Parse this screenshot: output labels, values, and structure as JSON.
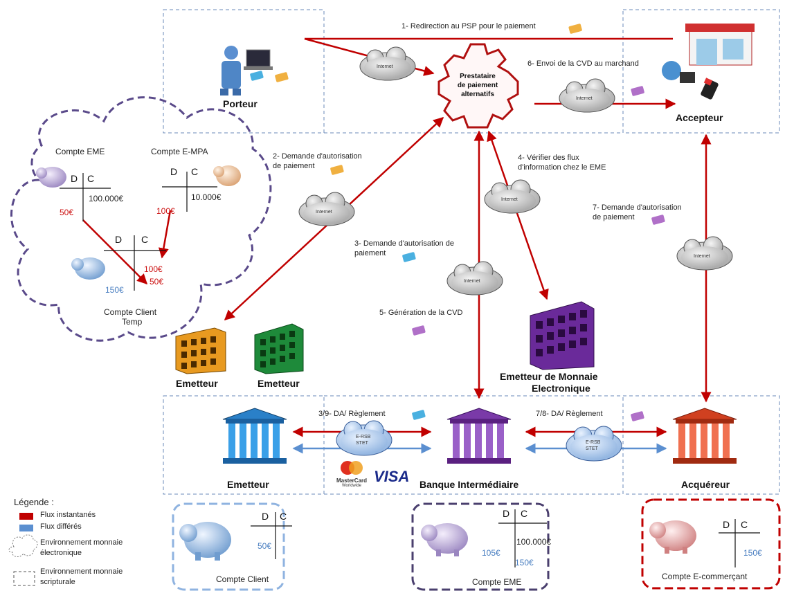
{
  "colors": {
    "instant": "#c00000",
    "deferred": "#5b8fd0",
    "emoney": "#5a4a8a",
    "scriptural_dash": "#6a8ab8"
  },
  "nodes": {
    "porteur": "Porteur",
    "accepteur": "Accepteur",
    "psp": [
      "Prestataire",
      "de paiement",
      "alternatifs"
    ],
    "emetteur_orange": "Emetteur",
    "emetteur_green": "Emetteur",
    "eme_line1": "Emetteur de Monnaie",
    "eme_line2": "Electronique",
    "bank_emetteur": "Emetteur",
    "banque_intermediaire": "Banque Intermédiaire",
    "acquereur": "Acquéreur"
  },
  "steps": {
    "s1": "1- Redirection au PSP pour le paiement",
    "s2a": "2- Demande d'autorisation",
    "s2b": "de paiement",
    "s3a": "3- Demande d'autorisation de",
    "s3b": "paiement",
    "s4a": "4- Vérifier des flux",
    "s4b": "d'information chez le EME",
    "s5": "5- Génération de la CVD",
    "s6": "6- Envoi de la CVD au marchand",
    "s7a": "7- Demande d'autorisation",
    "s7b": "de paiement",
    "s39": "3/9- DA/ Règlement",
    "s78": "7/8- DA/ Règlement"
  },
  "clouds": {
    "internet": "Internet",
    "ersb_1": "E-RSB",
    "ersb_2": "STET"
  },
  "brands": {
    "mastercard": "MasterCard",
    "mastercard_sub": "Worldwide",
    "visa": "VISA"
  },
  "emoney_cloud": {
    "compte_eme": {
      "title": "Compte EME",
      "d": "D",
      "c": "C",
      "debit": "50€",
      "credit": "100.000€"
    },
    "compte_empa": {
      "title": "Compte E-MPA",
      "d": "D",
      "c": "C",
      "debit": "100€",
      "credit": "10.000€"
    },
    "compte_client_temp": {
      "title_1": "Compte Client",
      "title_2": "Temp",
      "d": "D",
      "c": "C",
      "credit_1": "100€",
      "credit_2": "50€",
      "debit": "150€"
    }
  },
  "bottom_accounts": {
    "client": {
      "title": "Compte Client",
      "d": "D",
      "c": "C",
      "debit": "50€"
    },
    "eme": {
      "title": "Compte EME",
      "d": "D",
      "c": "C",
      "credit": "100.000€",
      "debit_1": "105€",
      "debit_2": "150€"
    },
    "ecommercant": {
      "title": "Compte E-commerçant",
      "d": "D",
      "c": "C",
      "credit": "150€"
    }
  },
  "legend": {
    "title": "Légende :",
    "instant": "Flux instantanés",
    "deferred": "Flux différés",
    "emoney_env_1": "Environnement monnaie",
    "emoney_env_2": "électronique",
    "script_env_1": "Environnement monnaie",
    "script_env_2": "scripturale"
  }
}
